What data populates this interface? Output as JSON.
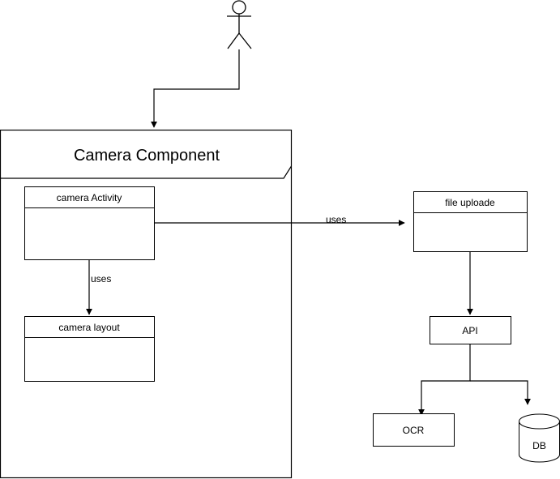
{
  "component": {
    "title": "Camera Component"
  },
  "classes": {
    "camera_activity": "camera Activity",
    "camera_layout": "camera layout",
    "file_upload": "file uploade"
  },
  "nodes": {
    "api": "API",
    "ocr": "OCR",
    "db": "DB"
  },
  "edges": {
    "activity_to_upload": "uses",
    "activity_to_layout": "uses"
  },
  "colors": {
    "stroke": "#000000",
    "fill": "#ffffff",
    "text": "#000000"
  }
}
